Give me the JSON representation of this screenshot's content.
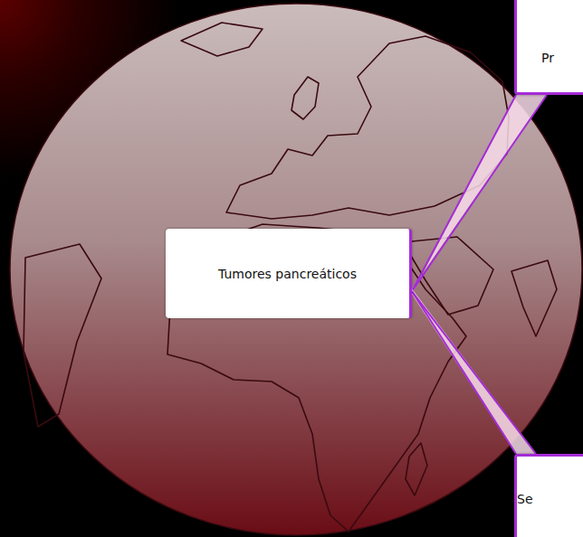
{
  "diagram": {
    "nodes": [
      {
        "text": [
          "Tumores pancreáticos"
        ]
      },
      {
        "text": [
          "Pr"
        ]
      },
      {
        "text": [
          "Se"
        ]
      }
    ],
    "edges": [
      {
        "from": 0,
        "to": 1,
        "arrow": "none"
      },
      {
        "from": 0,
        "to": 2,
        "arrow": "none"
      }
    ]
  }
}
